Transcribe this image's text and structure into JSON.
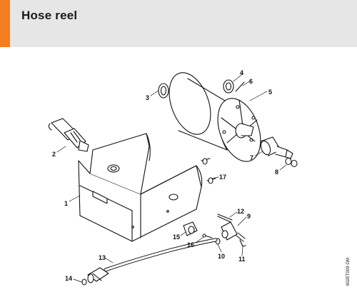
{
  "header": {
    "title": "Hose reel",
    "accent_color": "#f47d20",
    "band_color": "#e6e6e6"
  },
  "diagram": {
    "callouts": [
      "1",
      "2",
      "3",
      "4",
      "5",
      "6",
      "7",
      "8",
      "9",
      "10",
      "11",
      "12",
      "13",
      "14",
      "15",
      "16",
      "17"
    ],
    "doc_code": "602ET009 GM"
  }
}
